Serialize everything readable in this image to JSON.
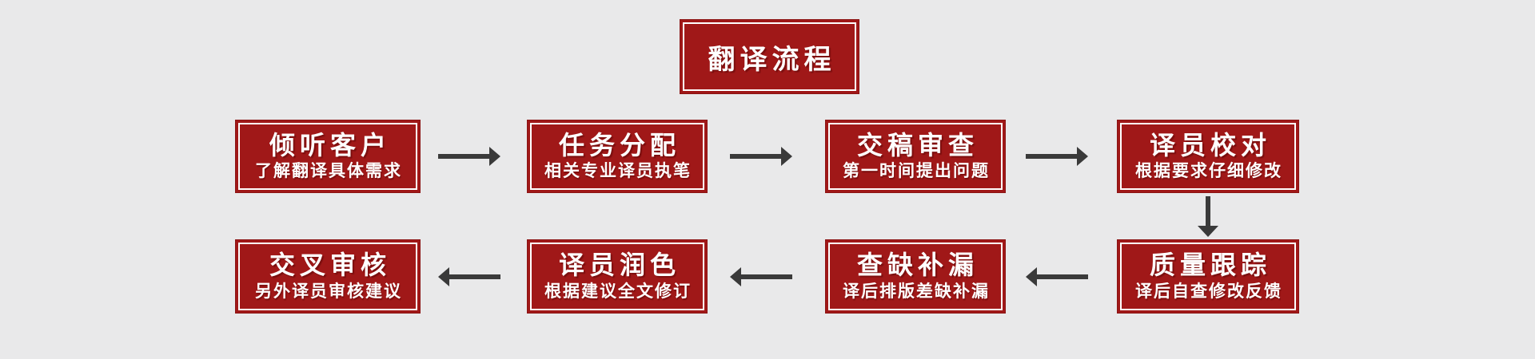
{
  "flowchart": {
    "title": "翻译流程",
    "colors": {
      "background": "#E9E9EA",
      "box_fill": "#A01818",
      "box_edge": "#8C1414",
      "inner_border": "#FFFFFF",
      "text": "#FFFFFF",
      "arrow": "#3A3A3A"
    },
    "row1": [
      {
        "title": "倾听客户",
        "subtitle": "了解翻译具体需求"
      },
      {
        "title": "任务分配",
        "subtitle": "相关专业译员执笔"
      },
      {
        "title": "交稿审查",
        "subtitle": "第一时间提出问题"
      },
      {
        "title": "译员校对",
        "subtitle": "根据要求仔细修改"
      }
    ],
    "row2": [
      {
        "title": "交叉审核",
        "subtitle": "另外译员审核建议"
      },
      {
        "title": "译员润色",
        "subtitle": "根据建议全文修订"
      },
      {
        "title": "查缺补漏",
        "subtitle": "译后排版差缺补漏"
      },
      {
        "title": "质量跟踪",
        "subtitle": "译后自查修改反馈"
      }
    ]
  }
}
